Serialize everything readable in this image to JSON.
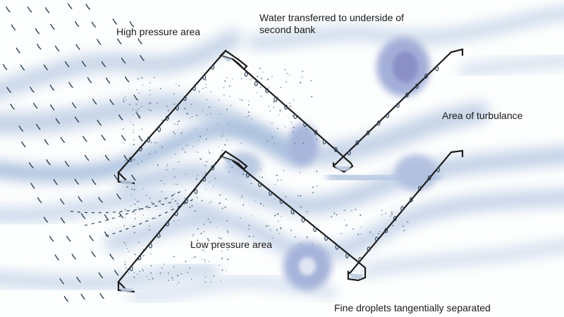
{
  "labels": {
    "high_pressure": "High pressure area",
    "water_transferred_line1": "Water transferred to underside of",
    "water_transferred_line2": "second bank",
    "turbulence": "Area of turbulance",
    "low_pressure": "Low pressure area",
    "fine_droplets": "Fine droplets tangentially separated"
  },
  "colors": {
    "air_flow": "#c3d3e6",
    "air_flow_dark": "#98b2d6",
    "vortex": "#8f93cc",
    "blade": "#1c1c1c",
    "droplet": "#2b3f52",
    "collected_water": "#b9c9dc"
  }
}
